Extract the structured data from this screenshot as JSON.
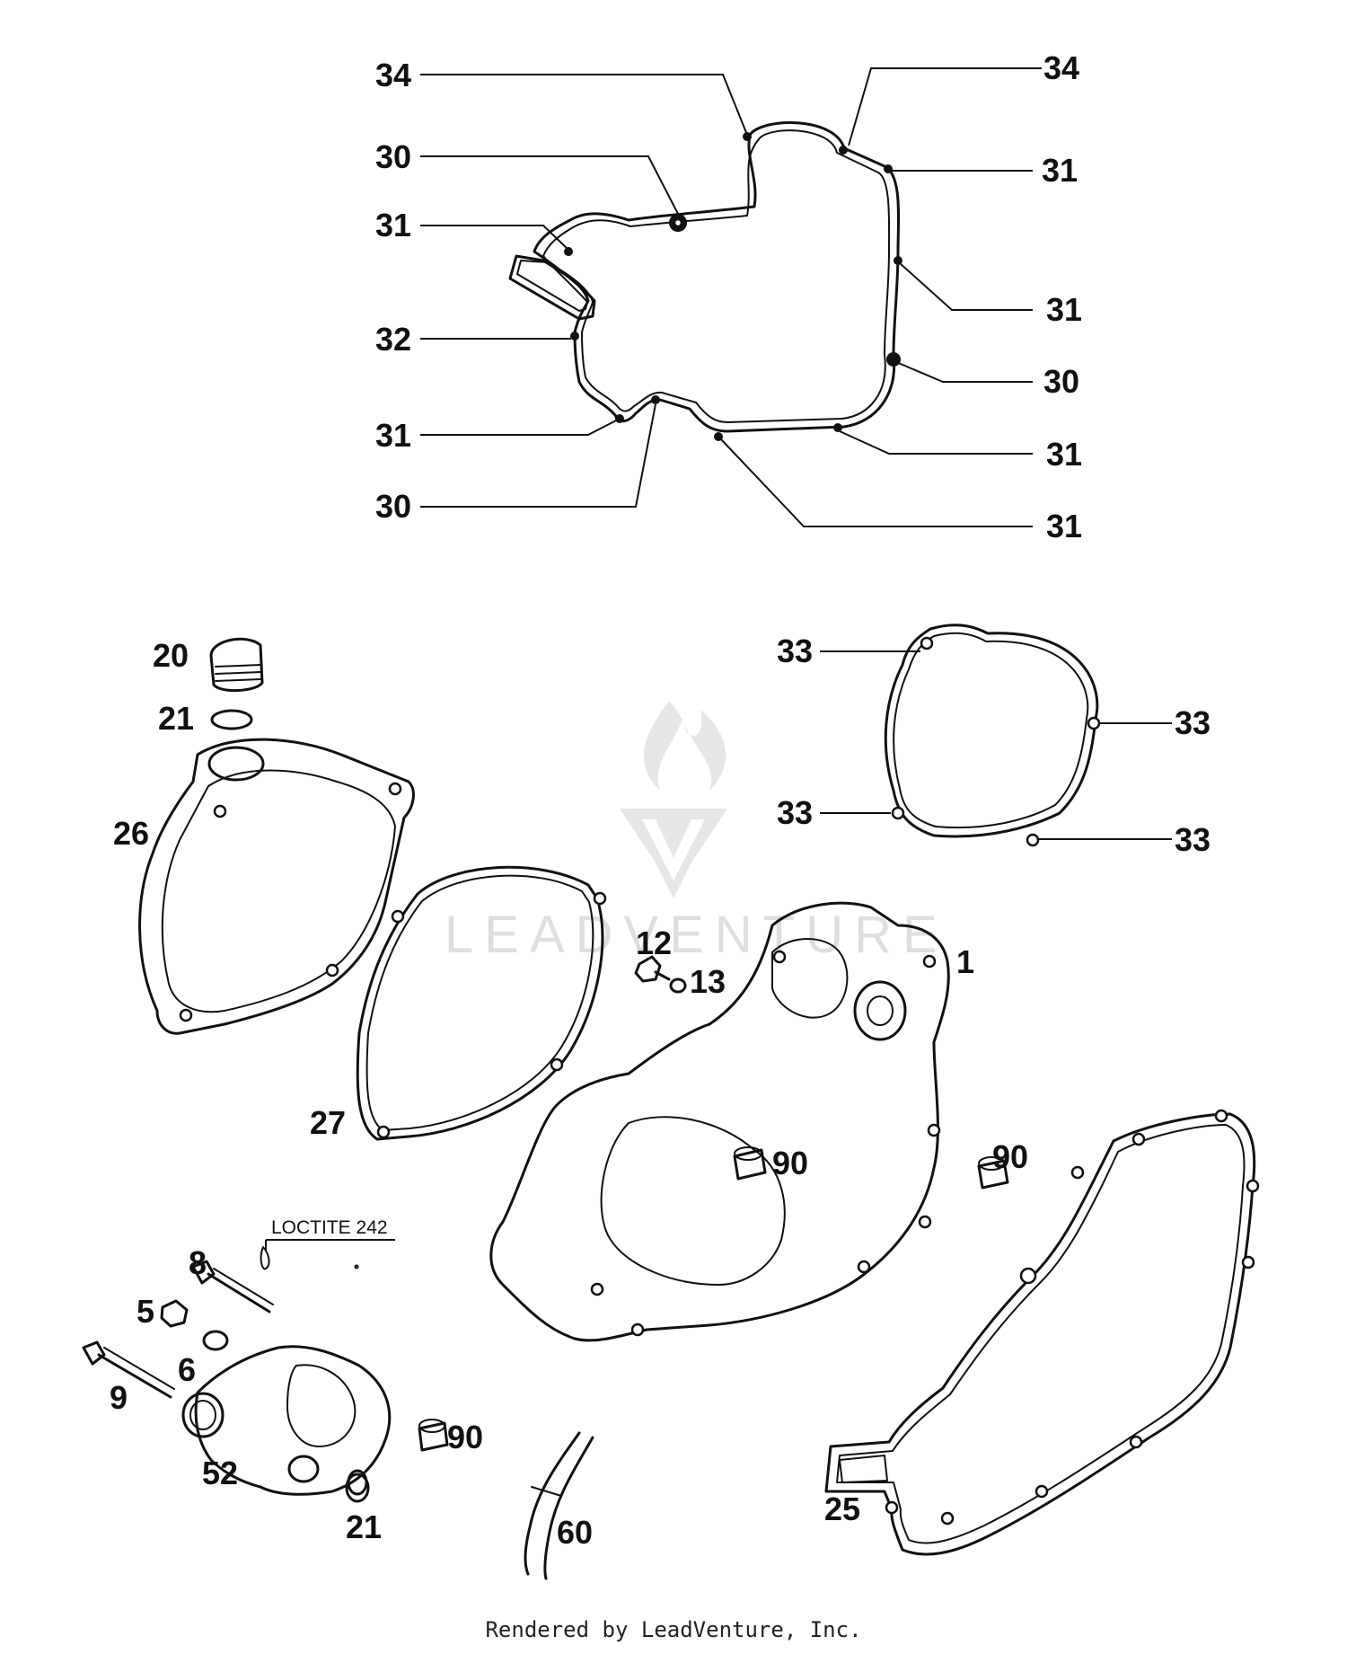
{
  "watermark": {
    "text": "LEADVENTURE"
  },
  "footer": {
    "text": "Rendered by LeadVenture, Inc."
  },
  "note": {
    "loctite": "LOCTITE 242"
  },
  "callouts": [
    "34",
    "34",
    "30",
    "31",
    "31",
    "31",
    "32",
    "30",
    "31",
    "31",
    "30",
    "31",
    "20",
    "21",
    "26",
    "27",
    "33",
    "33",
    "33",
    "33",
    "12",
    "13",
    "1",
    "90",
    "90",
    "90",
    "8",
    "5",
    "6",
    "9",
    "52",
    "21",
    "60",
    "25"
  ]
}
